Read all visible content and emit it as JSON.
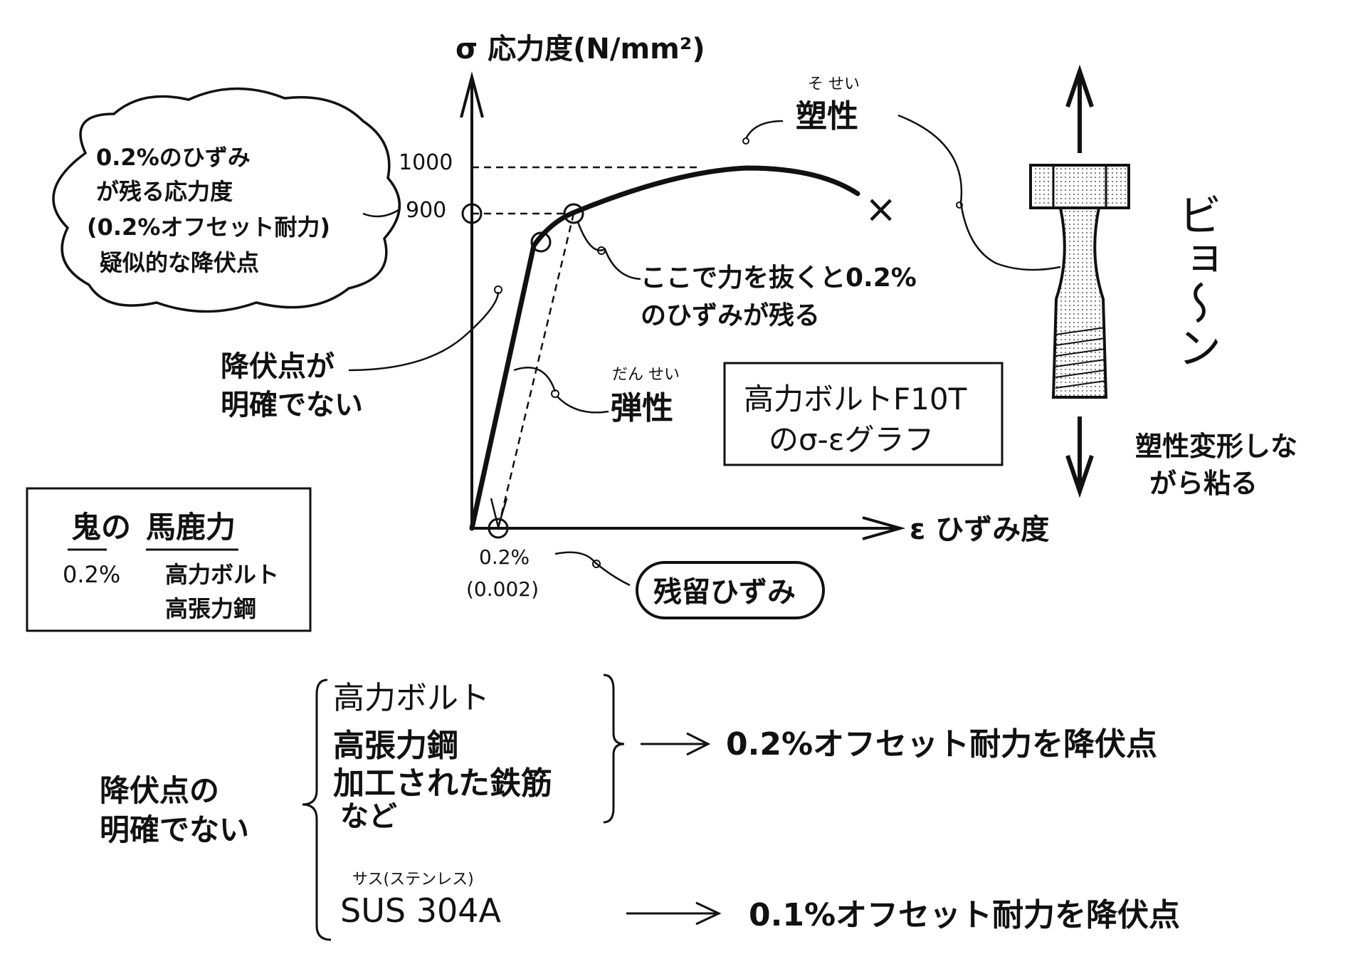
{
  "diagram": {
    "y_axis_label": "σ 応力度(N/mm²)",
    "x_axis_label": "ε ひずみ度",
    "tick_1000": "1000",
    "tick_900": "900",
    "cloud_lines": [
      "0.2%のひずみ",
      "が残る応力度",
      "(0.2%オフセット耐力)",
      "疑似的な降伏点"
    ],
    "sosei_ruby": "そ せい",
    "sosei": "塑性",
    "kouhuku_lines": [
      "降伏点が",
      "明確でない"
    ],
    "hikinuku_lines": [
      "ここで力を抜くと0.2%",
      "のひずみが残る"
    ],
    "dansei_ruby": "だん せい",
    "dansei": "弾性",
    "graph_title_lines": [
      "高力ボルトF10T",
      "のσ-εグラフ"
    ],
    "strain_label": "0.2%",
    "strain_value": "(0.002)",
    "residual_label": "残留ひずみ",
    "onomatopoeia": "ビョ〜ン",
    "bolt_note_lines": [
      "塑性変形しな",
      "がら粘る"
    ],
    "fracture_mark": "×"
  },
  "memo": {
    "title_a": "鬼の",
    "title_b": "馬鹿力",
    "percent": "0.2%",
    "items": [
      "高力ボルト",
      "高張力鋼"
    ]
  },
  "summary": {
    "left_lines": [
      "降伏点の",
      "明確でない"
    ],
    "group1": [
      "高力ボルト",
      "高張力鋼",
      "加工された鉄筋",
      "など"
    ],
    "group1_result": "0.2%オフセット耐力を降伏点",
    "sus_ruby": "サス(ステンレス)",
    "sus": "SUS 304A",
    "sus_result": "0.1%オフセット耐力を降伏点"
  }
}
